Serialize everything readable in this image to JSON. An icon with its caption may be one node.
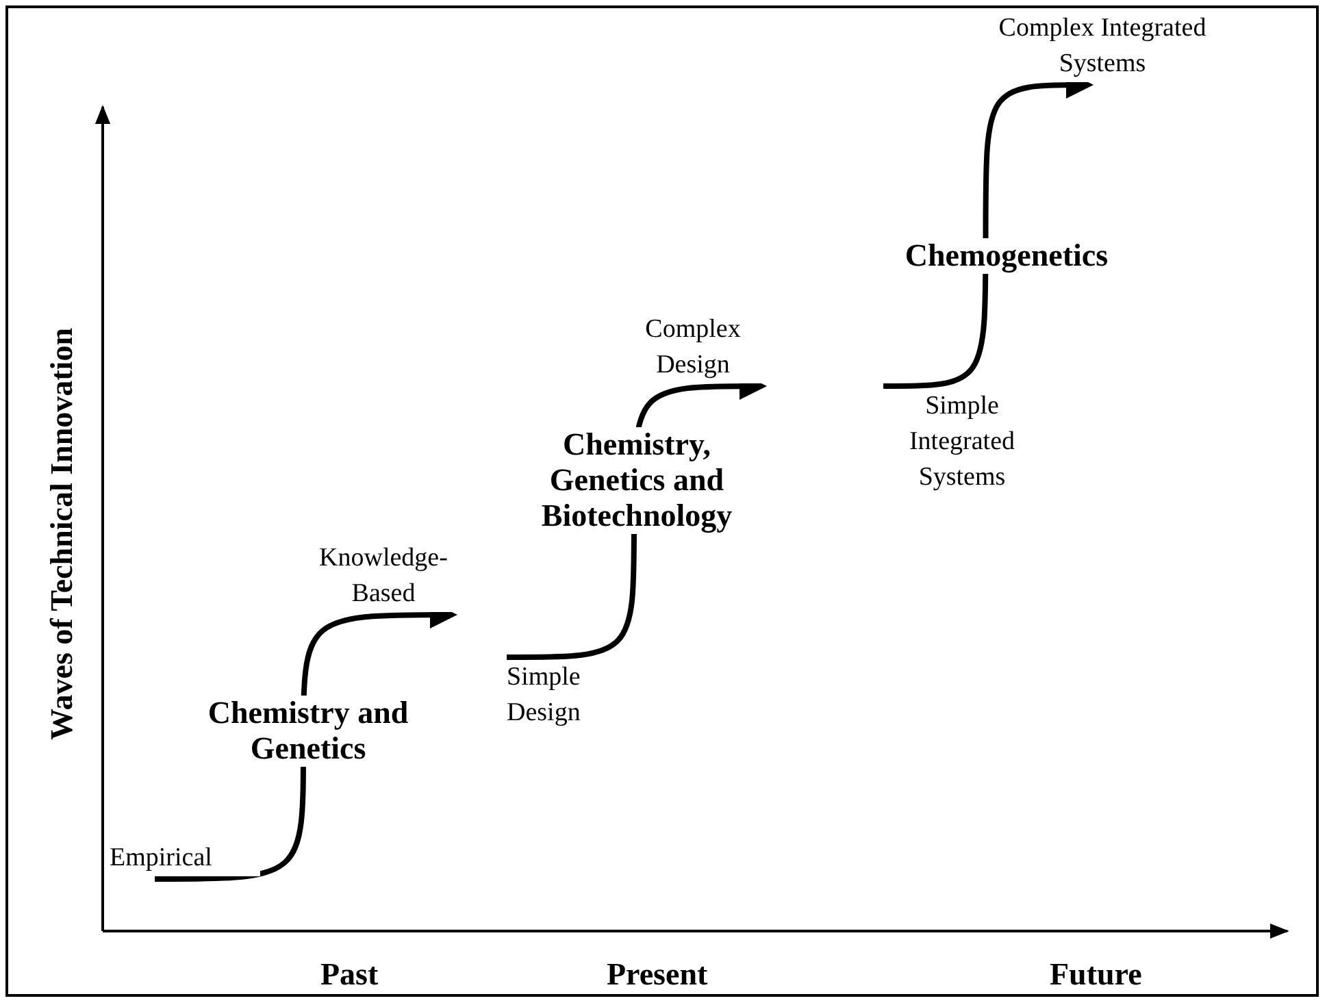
{
  "diagram": {
    "nodes": [
      {
        "text": [
          "Empirical"
        ]
      },
      {
        "text": [
          "Knowledge-Based"
        ]
      },
      {
        "text": [
          "Simple Design"
        ]
      },
      {
        "text": [
          "Complex Design"
        ]
      },
      {
        "text": [
          "Simple Integrated Systems"
        ]
      },
      {
        "text": [
          "Complex Integrated Systems"
        ]
      }
    ],
    "edges": [
      {
        "from": 0,
        "to": 1,
        "arrow": "to",
        "label": "Chemistry and Genetics"
      },
      {
        "from": 2,
        "to": 3,
        "arrow": "to",
        "label": "Chemistry, Genetics and Biotechnology"
      },
      {
        "from": 4,
        "to": 5,
        "arrow": "to",
        "label": "Chemogenetics"
      }
    ],
    "labels": [
      "Waves of Technical Innovation",
      "Past",
      "Present",
      "Future"
    ]
  }
}
